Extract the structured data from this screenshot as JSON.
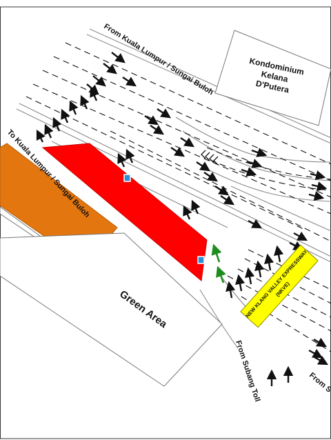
{
  "labels": {
    "from_kl": "From Kuala Lumpur / Sungai Buloh",
    "to_kl": "To Kuala Lumpur / Sungai Buloh",
    "condo_line1": "Kondominium",
    "condo_line2": "Kelana",
    "condo_line3": "D'Putera",
    "green_area": "Green Area",
    "nkve_line1": "NEW KLANG VALLEY EXPRESSWAY",
    "nkve_line2": "(NKVE)",
    "from_subang": "From Subang Toll",
    "from_s": "From S"
  },
  "colors": {
    "closure_zone": "#ff0000",
    "development_zone": "#e3760f",
    "nkve_sign": "#ffff00",
    "marker": "#2a8fd6",
    "green_arrows": "#1e8c1e",
    "road_edge": "#8a8a8a",
    "lane_marking": "#111111"
  },
  "icons": [
    "direction-arrow",
    "marker-flag-icon",
    "chevron-icon"
  ]
}
